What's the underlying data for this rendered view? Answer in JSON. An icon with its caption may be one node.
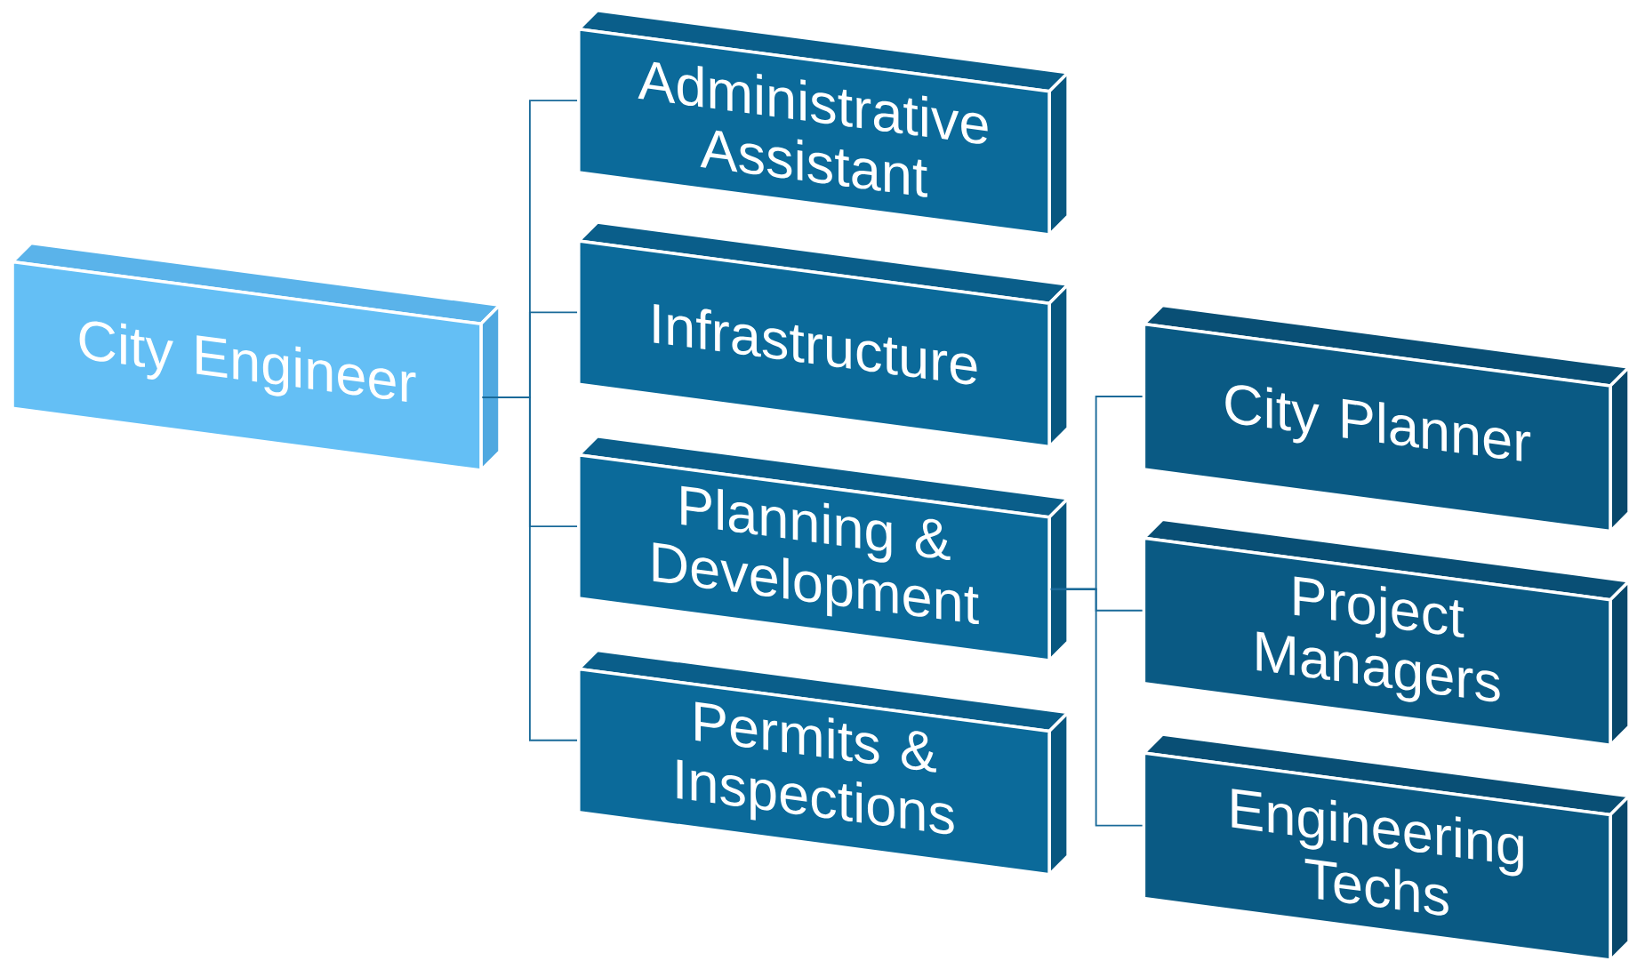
{
  "diagram": {
    "nodes": [
      {
        "text": [
          "City Engineer"
        ]
      },
      {
        "text": [
          "Administrative Assistant"
        ]
      },
      {
        "text": [
          "Infrastructure"
        ]
      },
      {
        "text": [
          "Planning & Development"
        ]
      },
      {
        "text": [
          "Permits & Inspections"
        ]
      },
      {
        "text": [
          "City Planner"
        ]
      },
      {
        "text": [
          "Project Managers"
        ]
      },
      {
        "text": [
          "Engineering Techs"
        ]
      }
    ],
    "edges": [
      {
        "from": 0,
        "to": 1,
        "arrow": "none"
      },
      {
        "from": 0,
        "to": 2,
        "arrow": "none"
      },
      {
        "from": 0,
        "to": 3,
        "arrow": "none"
      },
      {
        "from": 0,
        "to": 4,
        "arrow": "none"
      },
      {
        "from": 3,
        "to": 5,
        "arrow": "none"
      },
      {
        "from": 3,
        "to": 6,
        "arrow": "none"
      },
      {
        "from": 3,
        "to": 7,
        "arrow": "none"
      }
    ]
  }
}
